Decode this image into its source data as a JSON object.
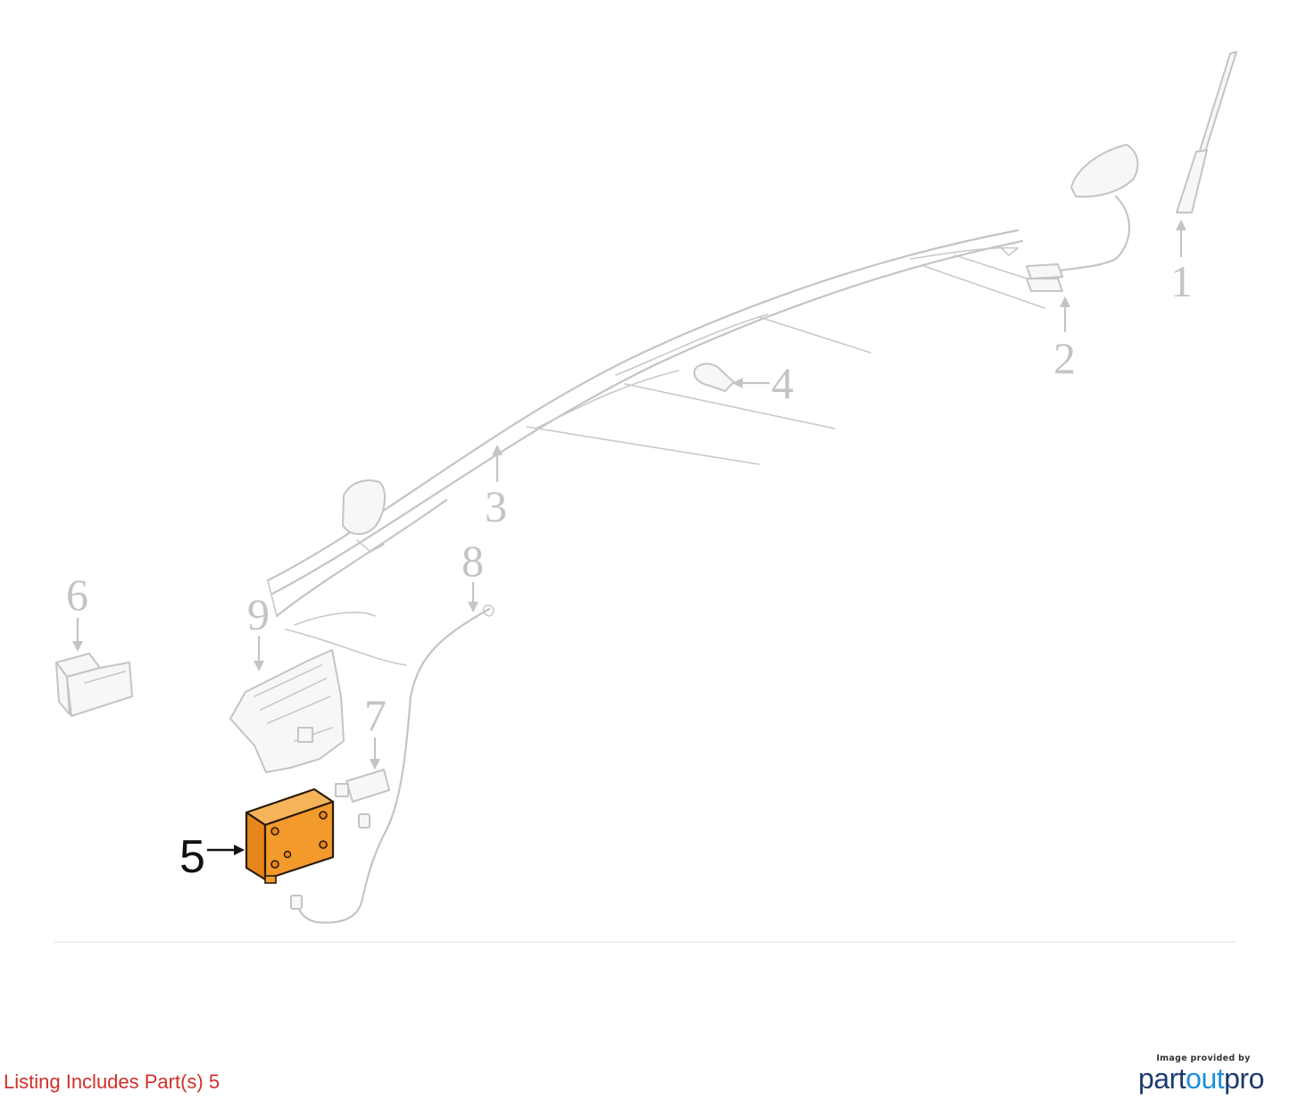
{
  "diagram": {
    "callouts": [
      {
        "id": "1",
        "label": "1",
        "highlighted": false
      },
      {
        "id": "2",
        "label": "2",
        "highlighted": false
      },
      {
        "id": "3",
        "label": "3",
        "highlighted": false
      },
      {
        "id": "4",
        "label": "4",
        "highlighted": false
      },
      {
        "id": "5",
        "label": "5",
        "highlighted": true
      },
      {
        "id": "6",
        "label": "6",
        "highlighted": false
      },
      {
        "id": "7",
        "label": "7",
        "highlighted": false
      },
      {
        "id": "8",
        "label": "8",
        "highlighted": false
      },
      {
        "id": "9",
        "label": "9",
        "highlighted": false
      }
    ],
    "highlight_color": "#f39a2c",
    "ghost_color": "#c4c4c4"
  },
  "caption": {
    "listing_text": "Listing Includes Part(s) 5",
    "color": "#d0302a"
  },
  "credit": {
    "provided_by": "Image provided by",
    "brand_part1": "part",
    "brand_part2": "out",
    "brand_part3": "pro",
    "brand_color": "#1d3c6e",
    "accent_color": "#1f8fd8"
  }
}
